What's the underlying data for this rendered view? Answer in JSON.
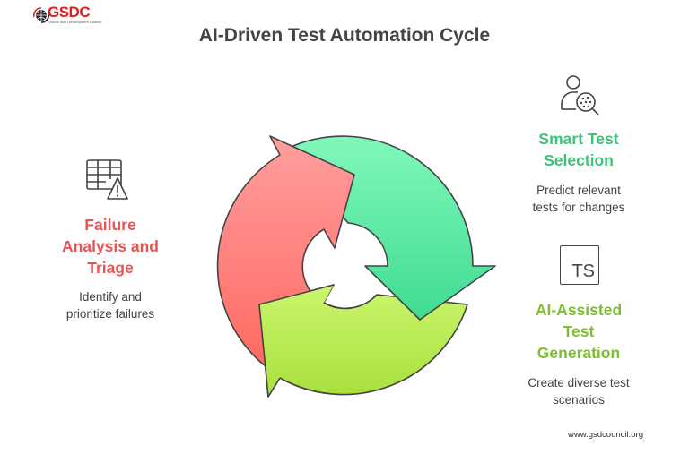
{
  "header": {
    "logo_text": "GSDC",
    "logo_subtitle": "Global Skill Development Council",
    "title": "AI-Driven Test Automation Cycle"
  },
  "stages": [
    {
      "id": "smart-test-selection",
      "icon": "user-search-icon",
      "title_line1": "Smart Test",
      "title_line2": "Selection",
      "desc_line1": "Predict relevant",
      "desc_line2": "tests for changes",
      "color": "#3cc47c"
    },
    {
      "id": "ai-assisted-test-generation",
      "icon": "typescript-icon",
      "icon_text": "TS",
      "title_line1": "AI-Assisted",
      "title_line2": "Test",
      "title_line3": "Generation",
      "desc_line1": "Create diverse test",
      "desc_line2": "scenarios",
      "color": "#7fbe32"
    },
    {
      "id": "failure-analysis-and-triage",
      "icon": "table-warning-icon",
      "title_line1": "Failure",
      "title_line2": "Analysis and",
      "title_line3": "Triage",
      "desc_line1": "Identify and",
      "desc_line2": "prioritize failures",
      "color": "#e85454"
    }
  ],
  "cycle_colors": {
    "green_top": "#80f8bb",
    "green_bottom": "#40db92",
    "lime_top": "#cbf56e",
    "lime_bottom": "#a9e03c",
    "red_top": "#ff9e9e",
    "red_bottom": "#ff6a62",
    "outline": "#444444"
  },
  "footer": {
    "url": "www.gsdcouncil.org"
  }
}
